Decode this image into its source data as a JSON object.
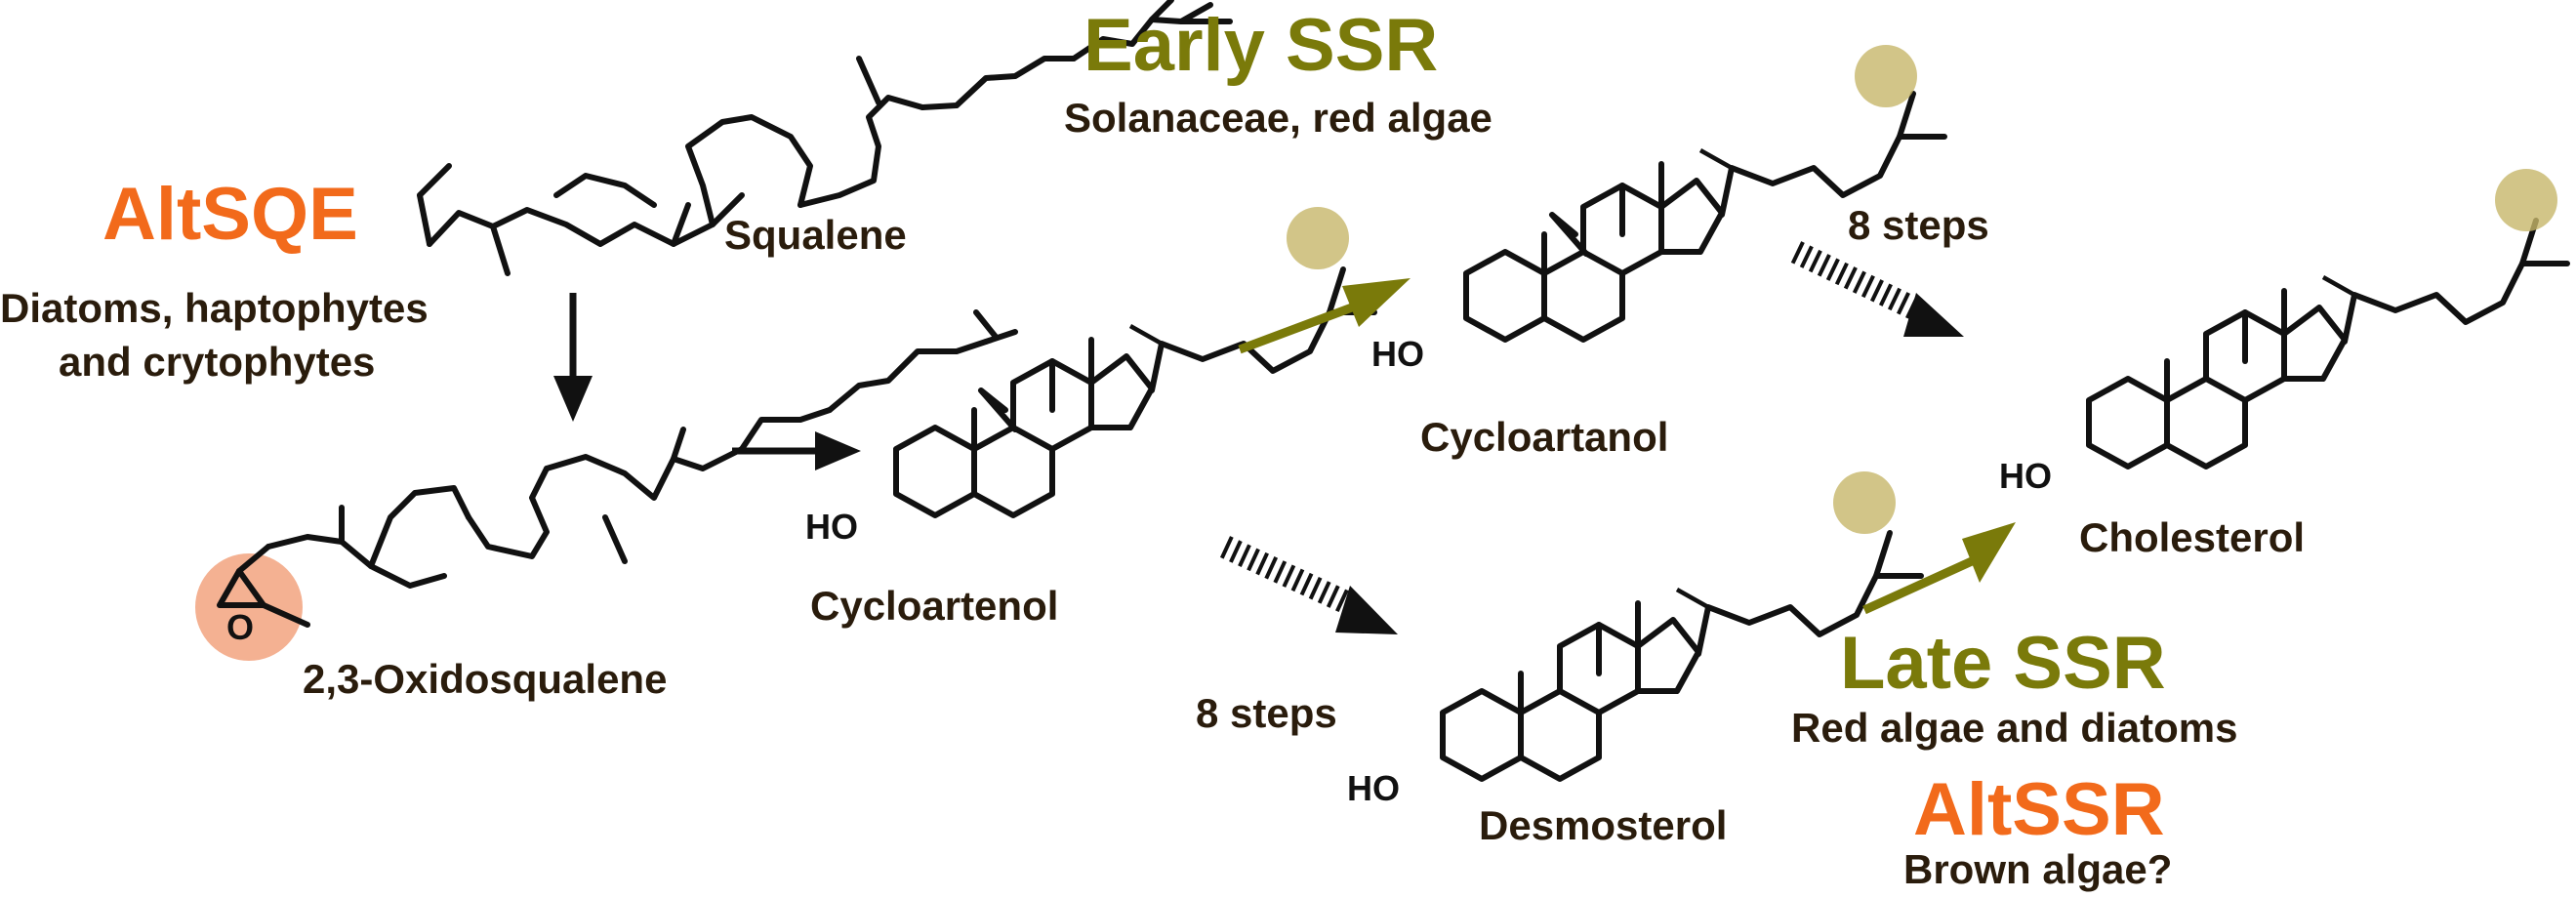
{
  "enzymes": {
    "altsqe": {
      "title": "AltSQE",
      "line1": "Diatoms, haptophytes",
      "line2": "and crytophytes"
    },
    "early_ssr": {
      "title": "Early SSR",
      "subtitle": "Solanaceae, red algae"
    },
    "late_ssr": {
      "title": "Late SSR",
      "subtitle": "Red algae and diatoms"
    },
    "altssr": {
      "title": "AltSSR",
      "subtitle": "Brown algae?"
    }
  },
  "compounds": {
    "squalene": "Squalene",
    "oxidosqualene": "2,3-Oxidosqualene",
    "cycloartenol": "Cycloartenol",
    "cycloartanol": "Cycloartanol",
    "desmosterol": "Desmosterol",
    "cholesterol": "Cholesterol"
  },
  "steps": {
    "upper": "8 steps",
    "lower": "8 steps"
  },
  "atoms": {
    "hydroxyl": "HO",
    "oxygen": "O"
  },
  "colors": {
    "orange": "#f26a1b",
    "olive": "#7a7a0a",
    "highlight_olive": "#c7b66a",
    "highlight_orange": "#f3a886",
    "ink": "#111111"
  }
}
